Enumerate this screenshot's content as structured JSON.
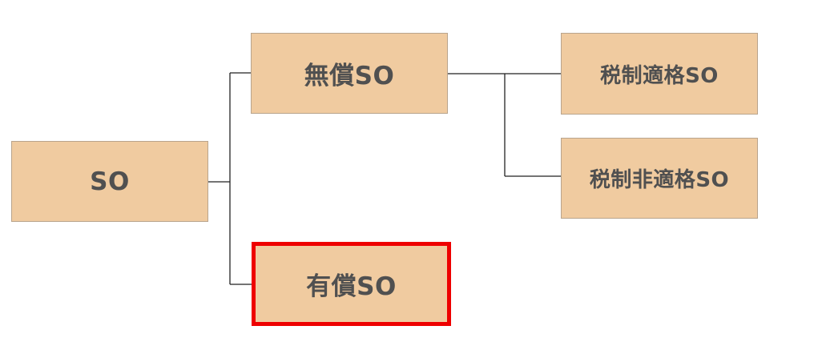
{
  "nodes": {
    "root": {
      "label": "SO"
    },
    "free": {
      "label": "無償SO"
    },
    "paid": {
      "label": "有償SO"
    },
    "tax_qualified": {
      "label": "税制適格SO"
    },
    "tax_non_qualified": {
      "label": "税制非適格SO"
    }
  },
  "colors": {
    "node_fill": "#f0cba0",
    "node_border": "#b9a48c",
    "highlight_border": "#ee0000",
    "text": "#505050",
    "connector": "#222222"
  },
  "highlighted_node": "paid"
}
